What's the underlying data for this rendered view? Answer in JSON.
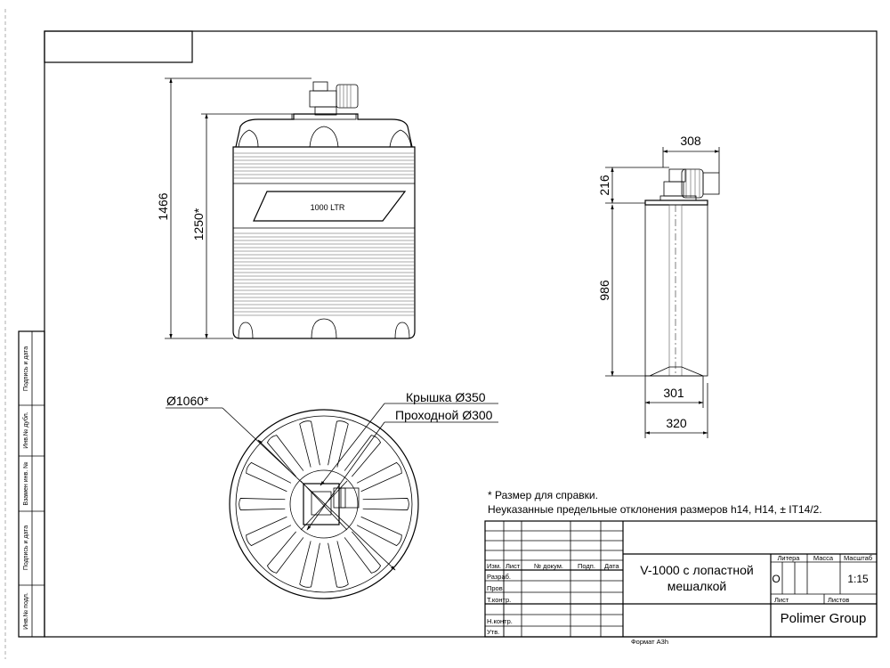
{
  "front_view": {
    "dim_total_height": "1466",
    "dim_body_height": "1250*",
    "tank_label": "1000 LTR"
  },
  "side_view": {
    "dim_motor_width": "308",
    "dim_motor_height": "216",
    "dim_shaft_length": "986",
    "dim_blade_width": "301",
    "dim_total_width": "320"
  },
  "top_view": {
    "dim_diameter": "Ø1060*",
    "lid_label": "Крышка Ø350",
    "passage_label": "Проходной Ø300"
  },
  "notes": {
    "note_reference": "* Размер для справки.",
    "note_tolerances": "Неуказанные предельные отклонения размеров h14, H14, ± IT14/2."
  },
  "side_stamps": [
    "Подпись и дата",
    "Инв.№ дубл.",
    "Взамен инв. №",
    "Подпись и дата",
    "Инв.№ подл."
  ],
  "title_block": {
    "col_izm": "Изм.",
    "col_list": "Лист",
    "col_doc": "№ докум.",
    "col_sign": "Подп.",
    "col_date": "Дата",
    "row_razrab": "Разраб.",
    "row_prov": "Пров.",
    "row_tkontr": "Т.контр.",
    "row_nkontr": "Н.контр.",
    "row_utv": "Утв.",
    "title_line1": "V-1000 с лопастной",
    "title_line2": "мешалкой",
    "hdr_litera": "Литера",
    "hdr_massa": "Масса",
    "hdr_masshtab": "Масштаб",
    "litera_value": "O",
    "scale_value": "1:15",
    "hdr_sheet": "Лист",
    "hdr_sheets": "Листов",
    "company": "Polimer Group"
  },
  "format_label": "Формат А3h"
}
